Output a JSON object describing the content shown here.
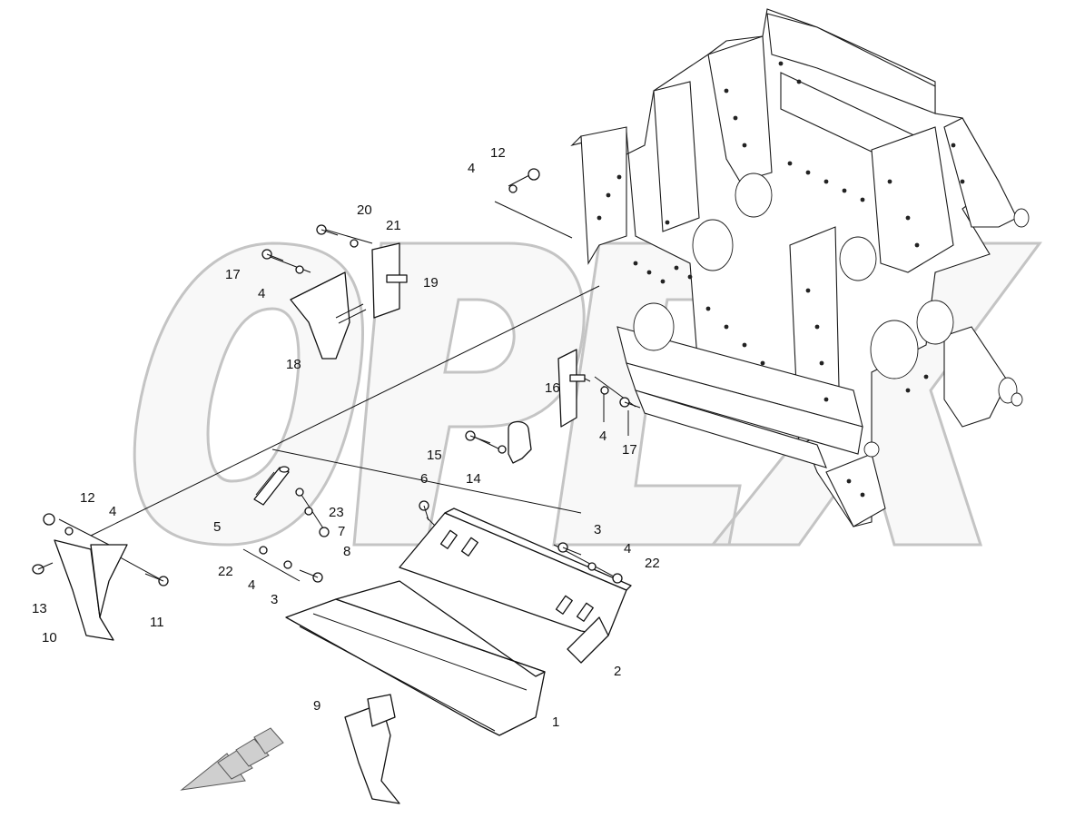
{
  "watermark": {
    "text": "OPEX",
    "color": "#c4c4c4"
  },
  "labels": {
    "l12a": "12",
    "l4a": "4",
    "l20": "20",
    "l21": "21",
    "l17a": "17",
    "l4b": "4",
    "l19": "19",
    "l18": "18",
    "l16": "16",
    "l4c": "4",
    "l17b": "17",
    "l15": "15",
    "l14": "14",
    "l6": "6",
    "l12b": "12",
    "l4d": "4",
    "l23": "23",
    "l7": "7",
    "l5": "5",
    "l8": "8",
    "l3a": "3",
    "l4e": "4",
    "l22a": "22",
    "l22b": "22",
    "l4f": "4",
    "l3b": "3",
    "l13": "13",
    "l11": "11",
    "l10": "10",
    "l2": "2",
    "l9": "9",
    "l1": "1"
  },
  "icons": [
    "direction-arrow-icon"
  ],
  "colors": {
    "line": "#111111",
    "watermark": "#c4c4c4",
    "arrow": "#9a9a9a"
  }
}
